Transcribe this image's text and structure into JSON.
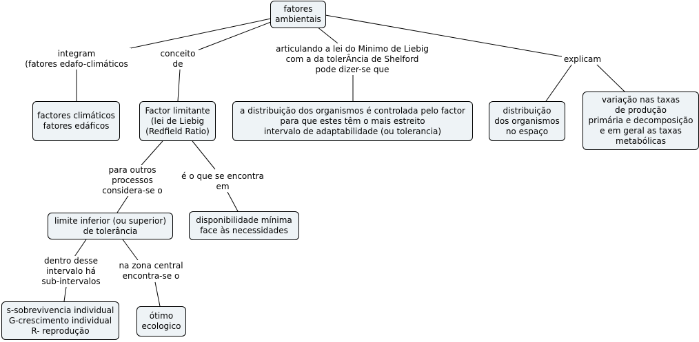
{
  "nodes": {
    "root": "fatores\nambientais",
    "factors": "factores climáticos\nfatores edáficos",
    "limiting": "Factor limitante\n(lei de Liebig\n(Redfield Ratio)",
    "distribution_controlled": "a distribuição dos organismos é controlada  pelo factor\npara que estes têm o mais estreito\nintervalo de adaptabilidade (ou tolerancia)",
    "distribution_space": "distribuição\ndos organismos\nno espaço",
    "rates": "variação nas taxas\nde produção\nprimária e decomposição\ne em geral as taxas\nmetabólicas",
    "lower_limit": "limite inferior (ou superior)\nde tolerância",
    "availability": "disponibilidade mínima\nface às necessidades",
    "subintervals": "s-sobrevivencia individual\nG-crescimento individual\nR- reprodução",
    "optimum": "ótimo\necologico"
  },
  "links": {
    "integram": "integram\n(fatores edafo-climáticos",
    "conceito": "conceito\nde",
    "articulando": "articulando a lei do Minimo de Liebig\ncom a da tolerÂncia de Shelford\npode dizer-se que",
    "explicam": "explicam",
    "para_outros": "para outros\nprocessos\nconsidera-se o",
    "e_o_que": "é o que se encontra\nem",
    "dentro_desse": "dentro desse\nintervalo há\nsub-intervalos",
    "na_zona": "na zona central\nencontra-se o"
  }
}
